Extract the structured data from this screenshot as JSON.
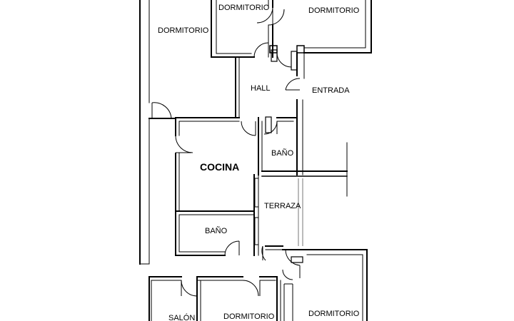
{
  "plan": {
    "rooms": {
      "dormitorio_top_left": "DORMITORIO",
      "dormitorio_top_mid": "DORMITORIO",
      "dormitorio_top_right": "DORMITORIO",
      "hall": "HALL",
      "entrada": "ENTRADA",
      "cocina": "COCINA",
      "bano_upper": "BAÑO",
      "terraza": "TERRAZA",
      "bano_lower": "BAÑO",
      "salon": "SALÓN",
      "dormitorio_bottom_mid": "DORMITORIO",
      "dormitorio_bottom_right": "DORMITORIO"
    },
    "colors": {
      "wall": "#000000",
      "background": "#ffffff",
      "glass": "#777777"
    }
  }
}
